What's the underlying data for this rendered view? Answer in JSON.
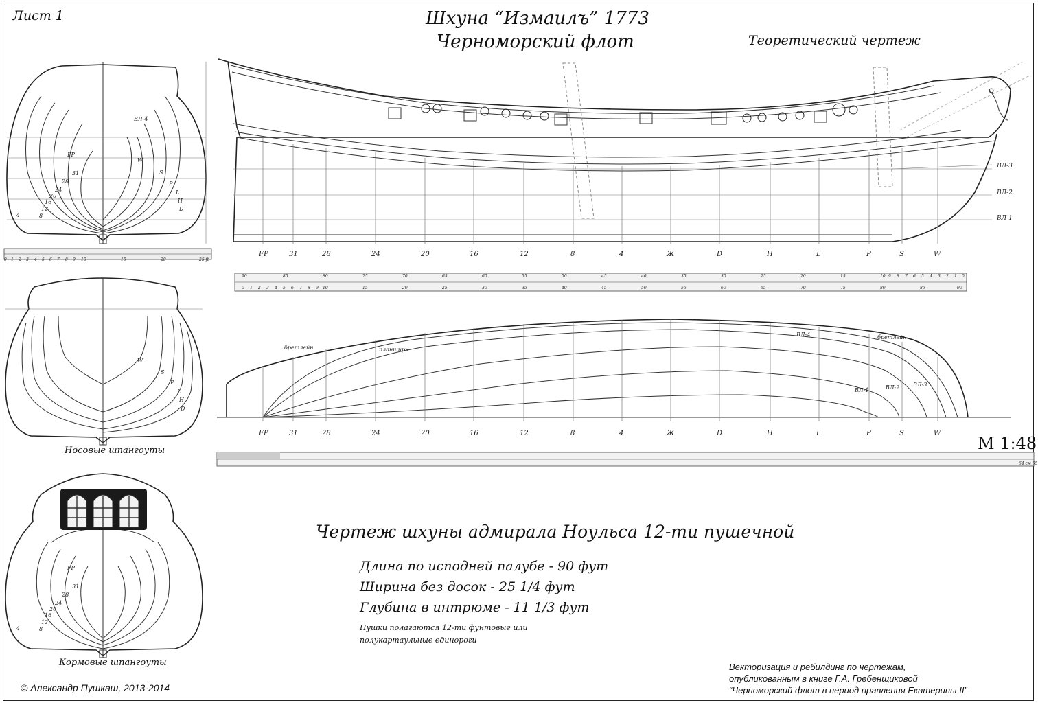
{
  "sheet_label": "Лист 1",
  "title_line1": "Шхуна “Измаилъ” 1773",
  "title_line2": "Черноморский флот",
  "subtitle": "Теоретический чертеж",
  "scale_label": "М 1:48",
  "bow_frames_caption": "Носовые шпангоуты",
  "stern_frames_caption": "Кормовые шпангоуты",
  "main_heading": "Чертеж шхуны адмирала Ноульса 12-ти пушечной",
  "specs": [
    "Длина по исподней палубе - 90 фут",
    "Ширина без досок - 25 1/4 фут",
    "Глубина в интрюме - 11 1/3 фут"
  ],
  "guns_note_line1": "Пушки полагаются 12-ти фунтовые или",
  "guns_note_line2": "полукартаульные единороги",
  "credit_line1": "Векторизация и ребилдинг по чертежам,",
  "credit_line2": "опубликованным в книге Г.А. Гребенщиковой",
  "credit_line3": "“Черноморский флот в период правления Екатерины II”",
  "copyright": "© Александр Пушкаш, 2013-2014",
  "station_labels": [
    "FP",
    "31",
    "28",
    "24",
    "20",
    "16",
    "12",
    "8",
    "4",
    "Ж",
    "D",
    "H",
    "L",
    "P",
    "S",
    "W"
  ],
  "waterline_labels": [
    "ВЛ-3",
    "ВЛ-2",
    "ВЛ-1"
  ],
  "body_plan_labels": {
    "top": [
      "ВЛ-4",
      "FP",
      "31",
      "28",
      "24",
      "20",
      "16",
      "12",
      "8",
      "4",
      "W",
      "S",
      "P",
      "L",
      "H",
      "D"
    ],
    "bow": [
      "W",
      "S",
      "P",
      "L",
      "H",
      "D"
    ],
    "stern": [
      "FP",
      "31",
      "28",
      "24",
      "20",
      "16",
      "12",
      "8",
      "4"
    ]
  },
  "deck_plan_labels": [
    "бретлейн",
    "планширь",
    "ВЛ-4",
    "бретлейн",
    "ВЛ-1",
    "ВЛ-2",
    "ВЛ-3"
  ],
  "scale_small_numbers": [
    "0",
    "1",
    "2",
    "3",
    "4",
    "5",
    "6",
    "7",
    "8",
    "9",
    "10",
    "15",
    "20",
    "25 ft"
  ],
  "scale_mid_top": [
    "90",
    "85",
    "80",
    "75",
    "70",
    "65",
    "60",
    "55",
    "50",
    "45",
    "40",
    "35",
    "30",
    "25",
    "20",
    "15",
    "10",
    "9",
    "8",
    "7",
    "6",
    "5",
    "4",
    "3",
    "2",
    "1",
    "0"
  ],
  "scale_mid_bottom": [
    "0",
    "1",
    "2",
    "3",
    "4",
    "5",
    "6",
    "7",
    "8",
    "9",
    "10",
    "15",
    "20",
    "25",
    "30",
    "35",
    "40",
    "45",
    "50",
    "55",
    "60",
    "65",
    "70",
    "75",
    "80",
    "85",
    "90"
  ],
  "scale_long_end": "64 см 65"
}
